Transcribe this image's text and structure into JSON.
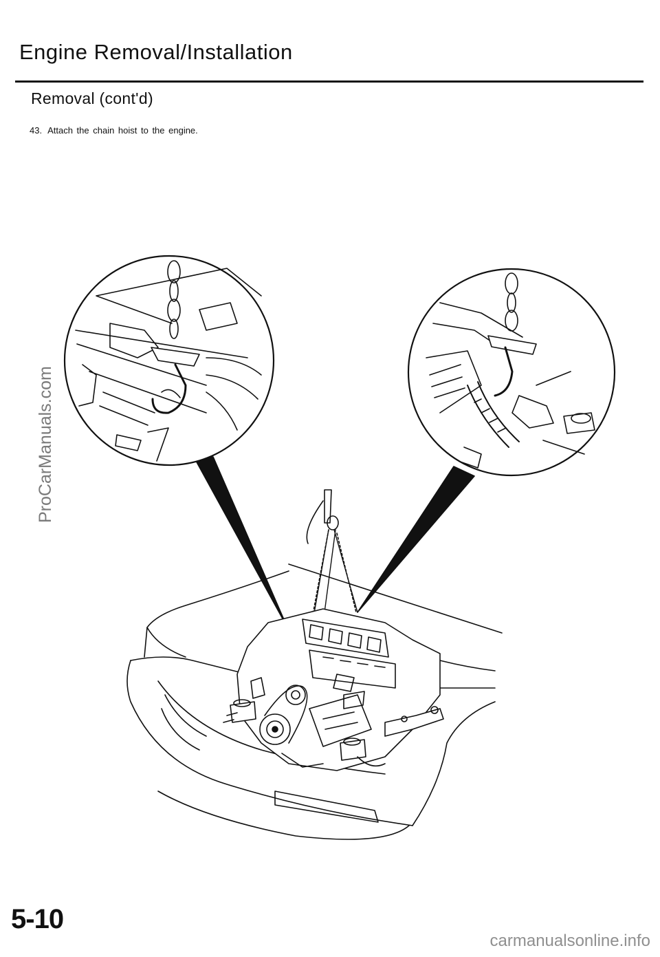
{
  "header": {
    "title": "Engine Removal/Installation"
  },
  "section": {
    "title": "Removal (cont'd)"
  },
  "steps": [
    {
      "number": "43.",
      "text": "Attach the chain hoist to the engine."
    }
  ],
  "footer": {
    "page_number": "5-10"
  },
  "watermarks": {
    "side": "ProCarManuals.com",
    "bottom": "carmanualsonline.info"
  }
}
